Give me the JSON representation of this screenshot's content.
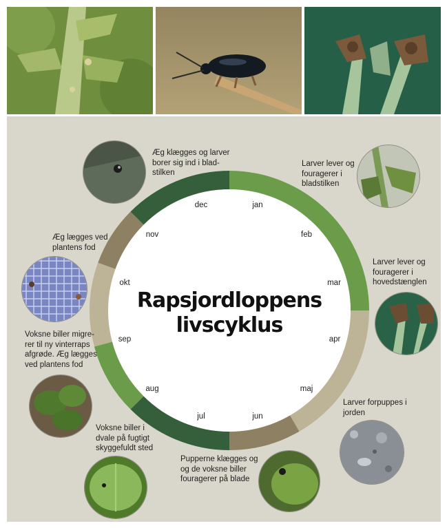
{
  "title_line1": "Rapsjordloppens",
  "title_line2": "livscyklus",
  "months": [
    "jan",
    "feb",
    "mar",
    "apr",
    "maj",
    "jun",
    "jul",
    "aug",
    "sep",
    "okt",
    "nov",
    "dec"
  ],
  "segment_colors": {
    "dark_green": "#355f3b",
    "light_green": "#6a9c4a",
    "beige": "#bdb396",
    "brown": "#8e8163"
  },
  "stages": [
    {
      "text": [
        "Æg klægges og larver",
        "borer sig ind i blad-",
        "stilken"
      ]
    },
    {
      "text": [
        "Larver lever og",
        "fouragerer i",
        "bladstilken"
      ]
    },
    {
      "text": [
        "Larver lever og",
        "fouragerer i",
        "hovedstænglen"
      ]
    },
    {
      "text": [
        "Larver forpuppes i",
        "jorden"
      ]
    },
    {
      "text": [
        "Pupperne klægges og",
        "og de voksne biller",
        "fouragerer på blade"
      ]
    },
    {
      "text": [
        "Voksne biller i",
        "dvale på fugtigt",
        "skyggefuldt sted"
      ]
    },
    {
      "text": [
        "Voksne biller migre-",
        "rer til ny vinterraps",
        "afgrøde. Æg lægges",
        "ved plantens fod"
      ]
    },
    {
      "text": [
        "Æg lægges ved",
        "plantens fod"
      ]
    }
  ]
}
